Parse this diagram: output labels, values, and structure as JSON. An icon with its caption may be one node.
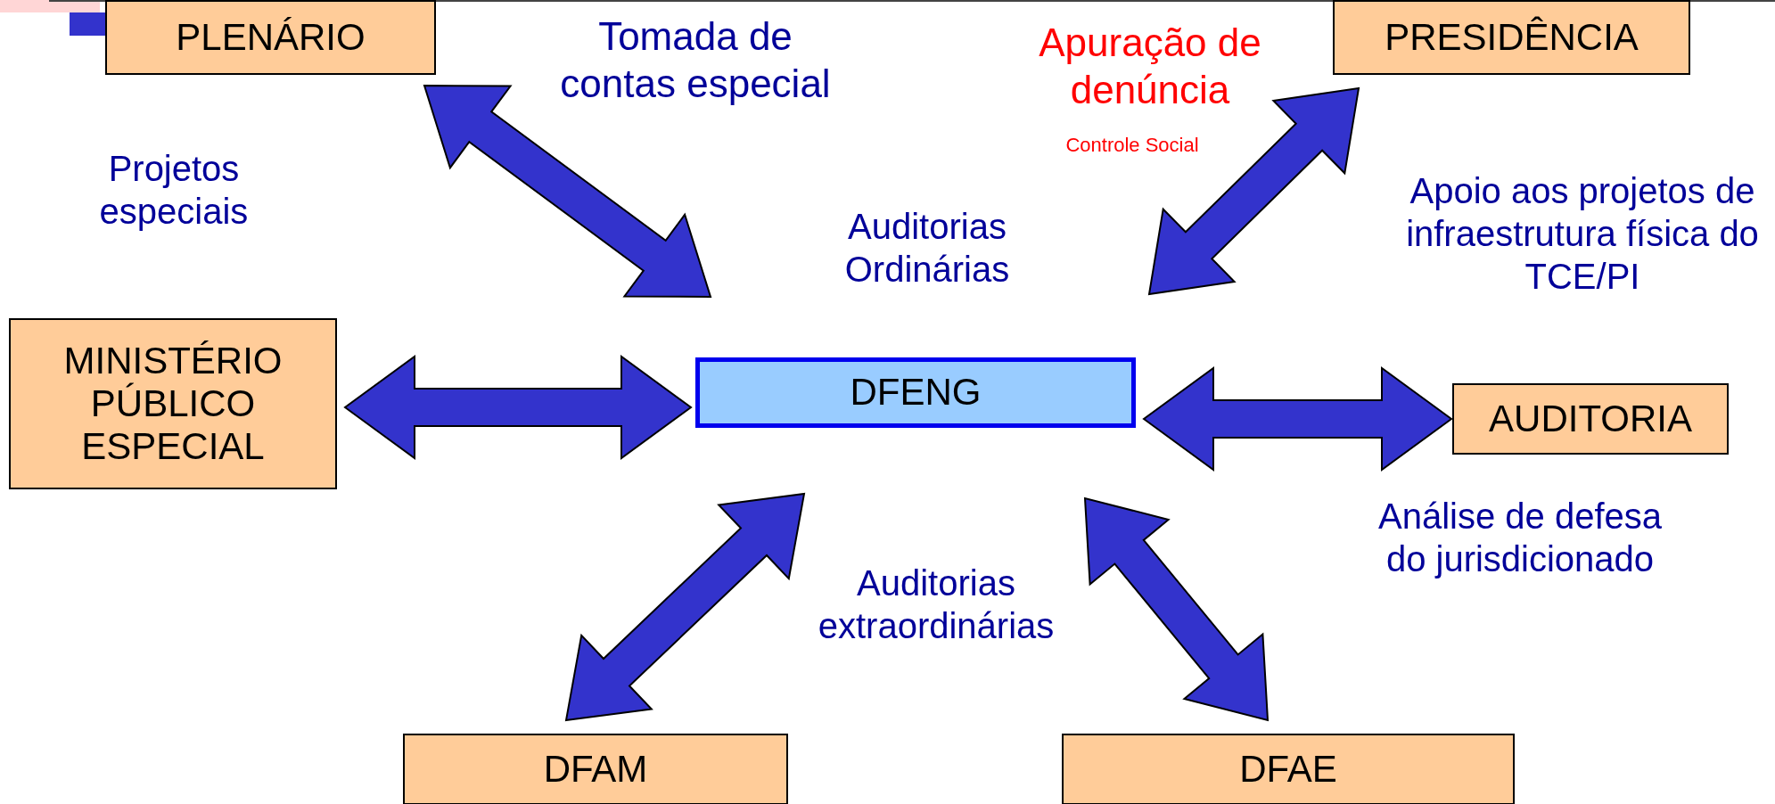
{
  "diagram": {
    "nodes": [
      {
        "text": [
          "PLENÁRIO"
        ]
      },
      {
        "text": [
          "PRESIDÊNCIA"
        ]
      },
      {
        "text": [
          "MINISTÉRIO PÚBLICO ESPECIAL"
        ]
      },
      {
        "text": [
          "DFENG"
        ]
      },
      {
        "text": [
          "AUDITORIA"
        ]
      },
      {
        "text": [
          "DFAM"
        ]
      },
      {
        "text": [
          "DFAE"
        ]
      }
    ],
    "edges": [
      {
        "from": 0,
        "to": 3,
        "arrow": "both"
      },
      {
        "from": 1,
        "to": 3,
        "arrow": "both"
      },
      {
        "from": 2,
        "to": 3,
        "arrow": "both"
      },
      {
        "from": 3,
        "to": 4,
        "arrow": "both"
      },
      {
        "from": 5,
        "to": 3,
        "arrow": "both"
      },
      {
        "from": 6,
        "to": 3,
        "arrow": "both"
      }
    ],
    "labels": [
      "Tomada de contas especial",
      "Apuração de denúncia",
      "Controle Social",
      "Projetos especiais",
      "Auditorias Ordinárias",
      "Apoio aos projetos de infraestrutura física do TCE/PI",
      "Análise de defesa do jurisdicionado",
      "Auditorias extraordinárias"
    ]
  }
}
